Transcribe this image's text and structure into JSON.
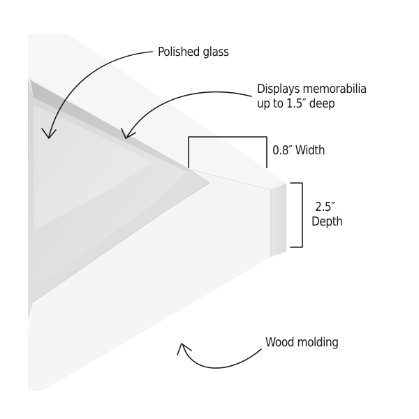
{
  "callouts": {
    "polished_glass": "Polished glass",
    "memorabilia_line1": "Displays memorabilia",
    "memorabilia_line2": "up to 1.5″ deep",
    "width": "0.8″ Width",
    "depth_value": "2.5″",
    "depth_word": "Depth",
    "wood_molding": "Wood molding"
  },
  "colors": {
    "frame_face": "#f5f5f5",
    "frame_side": "#e2e2e2",
    "interior_top": "#d7d7d7",
    "interior_bottom": "#ededed",
    "inner_edge": "#cdcdcd",
    "ink": "#1a1a1a"
  }
}
